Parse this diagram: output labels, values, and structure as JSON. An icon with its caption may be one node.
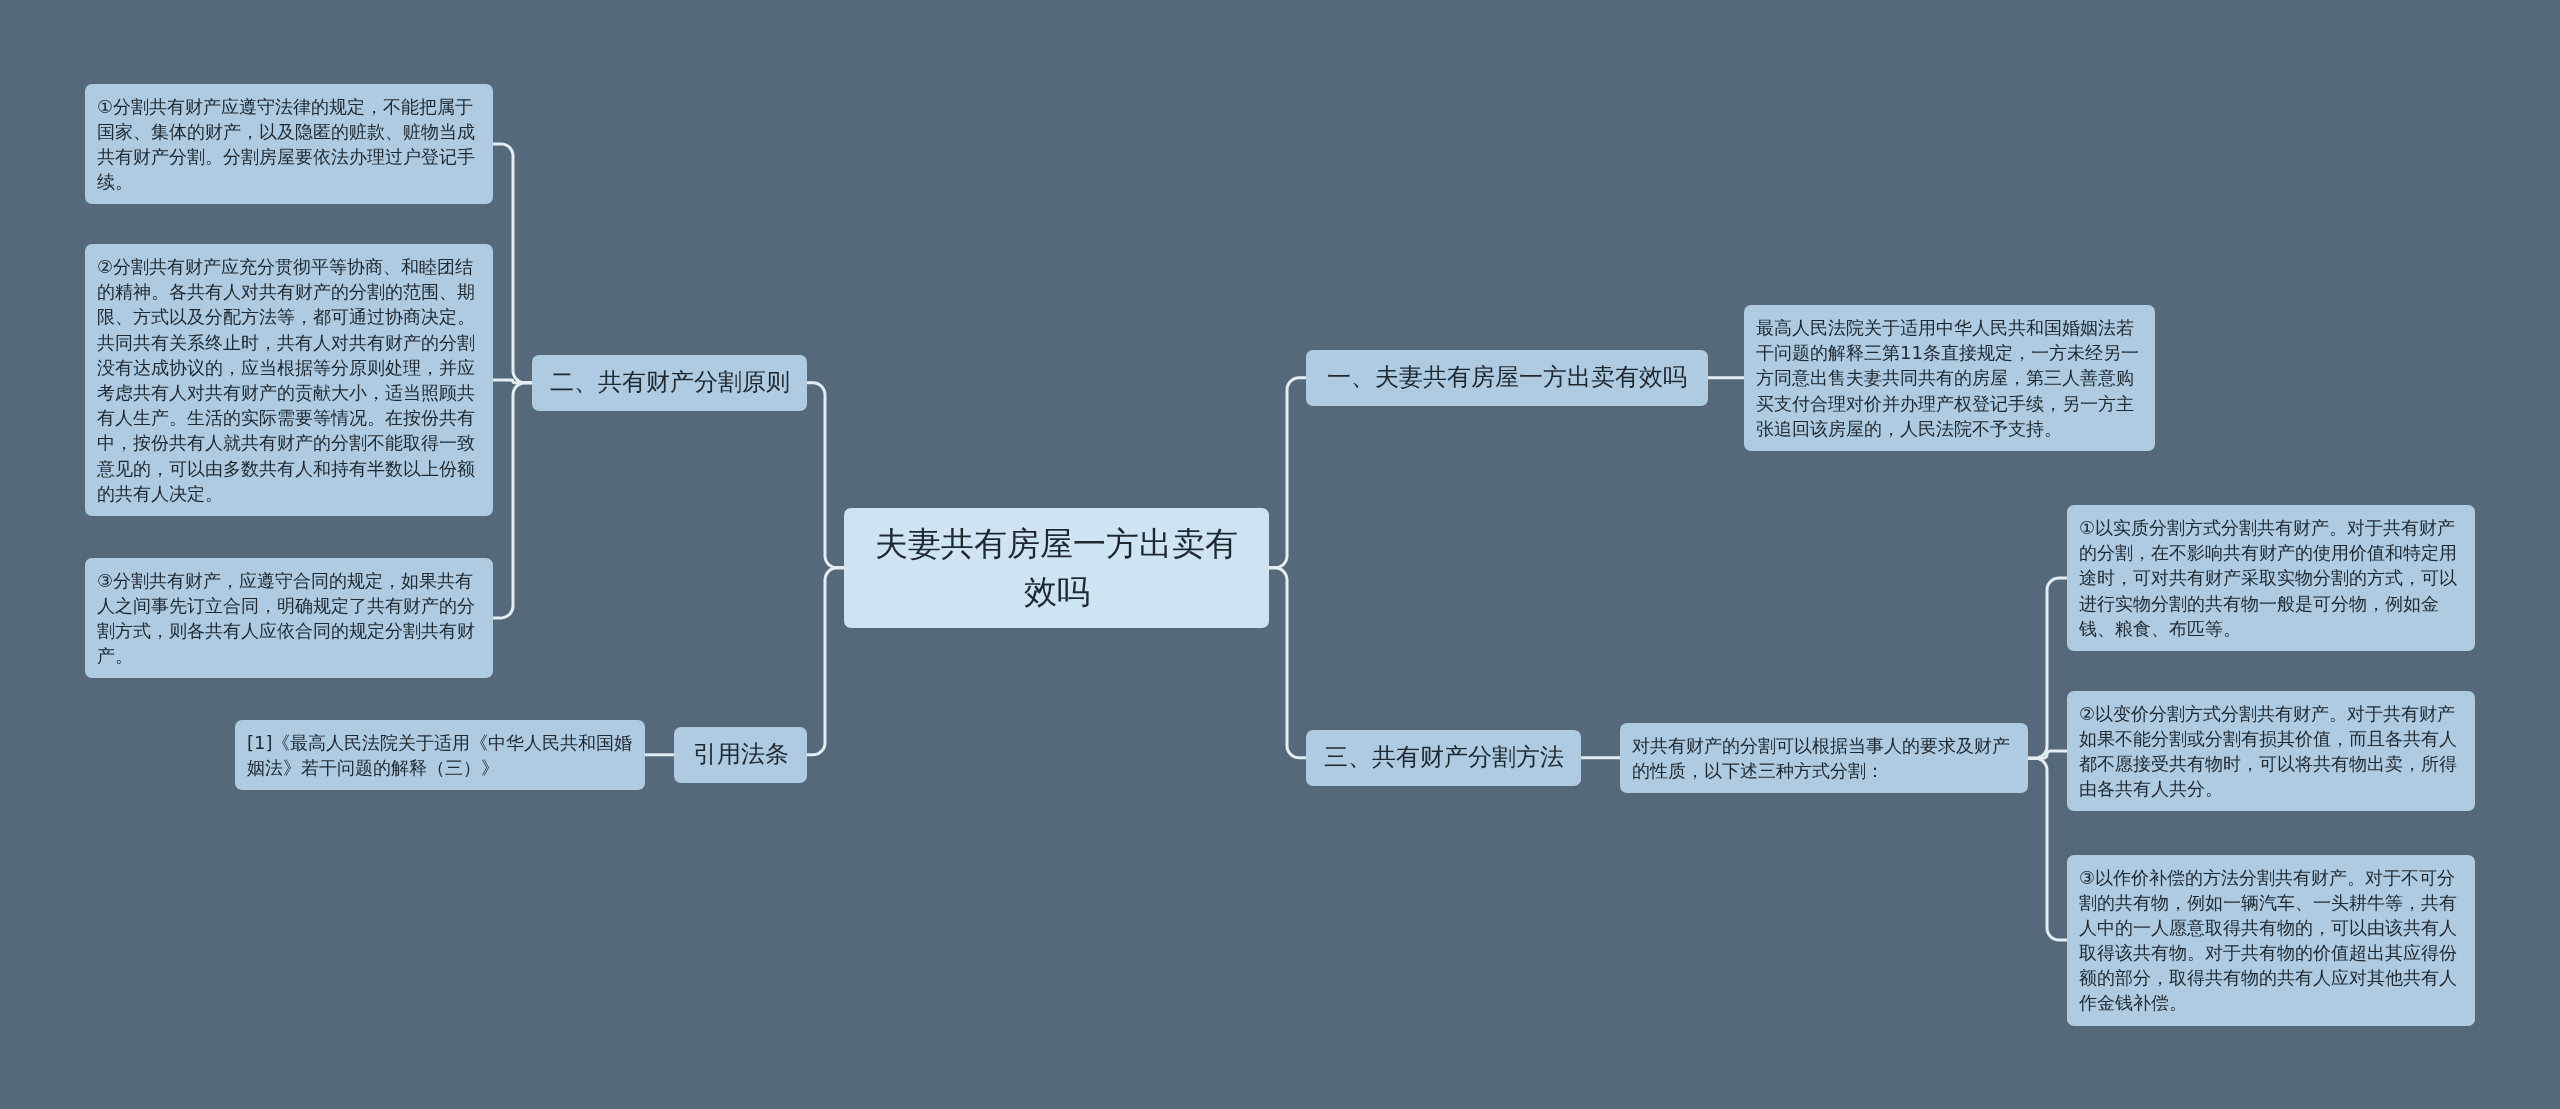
{
  "diagram": {
    "nodes": [
      {
        "text": [
          "夫妻共有房屋一方出卖有效吗"
        ]
      },
      {
        "text": [
          "一、夫妻共有房屋一方出卖有效吗"
        ]
      },
      {
        "text": [
          "最高人民法院关于适用中华人民共和国婚姻法若干问题的解释三第11条直接规定，一方未经另一方同意出售夫妻共同共有的房屋，第三人善意购买支付合理对价并办理产权登记手续，另一方主张追回该房屋的，人民法院不予支持。"
        ]
      },
      {
        "text": [
          "三、共有财产分割方法"
        ]
      },
      {
        "text": [
          "对共有财产的分割可以根据当事人的要求及财产的性质，以下述三种方式分割："
        ]
      },
      {
        "text": [
          "①以实质分割方式分割共有财产。对于共有财产的分割，在不影响共有财产的使用价值和特定用途时，可对共有财产采取实物分割的方式，可以进行实物分割的共有物一般是可分物，例如金钱、粮食、布匹等。"
        ]
      },
      {
        "text": [
          "②以变价分割方式分割共有财产。对于共有财产如果不能分割或分割有损其价值，而且各共有人都不愿接受共有物时，可以将共有物出卖，所得由各共有人共分。"
        ]
      },
      {
        "text": [
          "③以作价补偿的方法分割共有财产。对于不可分割的共有物，例如一辆汽车、一头耕牛等，共有人中的一人愿意取得共有物的，可以由该共有人取得该共有物。对于共有物的价值超出其应得份额的部分，取得共有物的共有人应对其他共有人作金钱补偿。"
        ]
      },
      {
        "text": [
          "二、共有财产分割原则"
        ]
      },
      {
        "text": [
          "①分割共有财产应遵守法律的规定，不能把属于国家、集体的财产，以及隐匿的赃款、赃物当成共有财产分割。分割房屋要依法办理过户登记手续。"
        ]
      },
      {
        "text": [
          "②分割共有财产应充分贯彻平等协商、和睦团结的精神。各共有人对共有财产的分割的范围、期限、方式以及分配方法等，都可通过协商决定。共同共有关系终止时，共有人对共有财产的分割没有达成协议的，应当根据等分原则处理，并应考虑共有人对共有财产的贡献大小，适当照顾共有人生产。生活的实际需要等情况。在按份共有中，按份共有人就共有财产的分割不能取得一致意见的，可以由多数共有人和持有半数以上份额的共有人决定。"
        ]
      },
      {
        "text": [
          "③分割共有财产，应遵守合同的规定，如果共有人之间事先订立合同，明确规定了共有财产的分割方式，则各共有人应依合同的规定分割共有财产。"
        ]
      },
      {
        "text": [
          "引用法条"
        ]
      },
      {
        "text": [
          "[1]《最高人民法院关于适用《中华人民共和国婚姻法》若干问题的解释（三）》"
        ]
      }
    ],
    "edges": [
      {
        "from": 0,
        "to": 1,
        "arrow": "none"
      },
      {
        "from": 1,
        "to": 2,
        "arrow": "none"
      },
      {
        "from": 0,
        "to": 3,
        "arrow": "none"
      },
      {
        "from": 3,
        "to": 4,
        "arrow": "none"
      },
      {
        "from": 4,
        "to": 5,
        "arrow": "none"
      },
      {
        "from": 4,
        "to": 6,
        "arrow": "none"
      },
      {
        "from": 4,
        "to": 7,
        "arrow": "none"
      },
      {
        "from": 0,
        "to": 8,
        "arrow": "none"
      },
      {
        "from": 8,
        "to": 9,
        "arrow": "none"
      },
      {
        "from": 8,
        "to": 10,
        "arrow": "none"
      },
      {
        "from": 8,
        "to": 11,
        "arrow": "none"
      },
      {
        "from": 0,
        "to": 12,
        "arrow": "none"
      },
      {
        "from": 12,
        "to": 13,
        "arrow": "none"
      }
    ]
  }
}
